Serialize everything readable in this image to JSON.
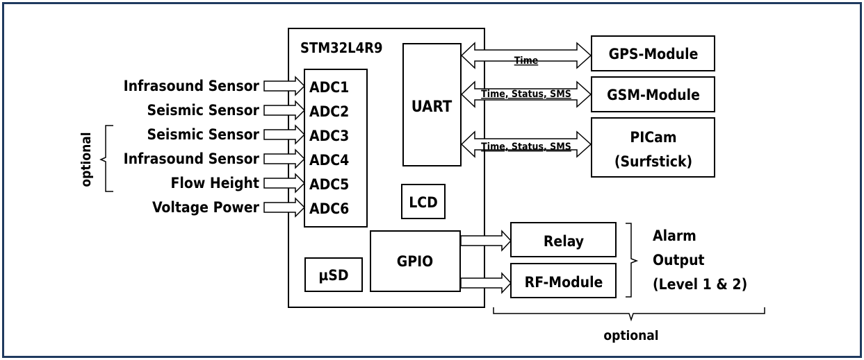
{
  "mcu": {
    "title": "STM32L4R9"
  },
  "adc_block": {
    "channels": [
      "ADC1",
      "ADC2",
      "ADC3",
      "ADC4",
      "ADC5",
      "ADC6"
    ]
  },
  "inputs": [
    {
      "label": "Infrasound Sensor",
      "adc": "ADC1",
      "optional": false
    },
    {
      "label": "Seismic Sensor",
      "adc": "ADC2",
      "optional": false
    },
    {
      "label": "Seismic Sensor",
      "adc": "ADC3",
      "optional": true
    },
    {
      "label": "Infrasound Sensor",
      "adc": "ADC4",
      "optional": true
    },
    {
      "label": "Flow Height",
      "adc": "ADC5",
      "optional": true
    },
    {
      "label": "Voltage Power",
      "adc": "ADC6",
      "optional": false
    }
  ],
  "optional_inputs_label": "optional",
  "internal_blocks": {
    "uart": "UART",
    "lcd": "LCD",
    "gpio": "GPIO",
    "usd": "µSD"
  },
  "uart_links": [
    {
      "label": "Time",
      "target": "GPS-Module"
    },
    {
      "label": "Time, Status, SMS",
      "target": "GSM-Module"
    },
    {
      "label": "Time, Status, SMS",
      "target_line1": "PICam",
      "target_line2": "(Surfstick)"
    }
  ],
  "gpio_outputs": [
    "Relay",
    "RF-Module"
  ],
  "alarm": {
    "line1": "Alarm",
    "line2": "Output",
    "line3": "(Level 1 & 2)"
  },
  "optional_outputs_label": "optional",
  "colors": {
    "frame": "#1f3a5f",
    "stroke": "#000000"
  }
}
